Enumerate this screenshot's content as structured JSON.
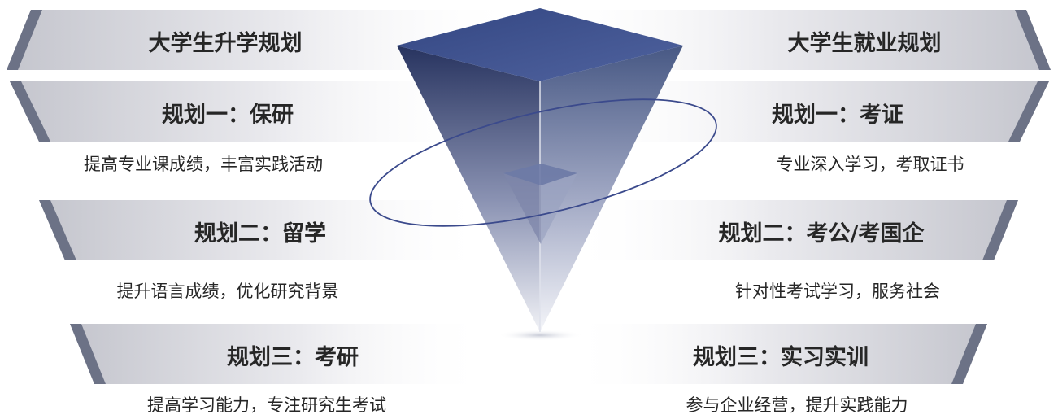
{
  "colors": {
    "banner_light": "#f5f5f7",
    "banner_mid": "#d2d2d8",
    "banner_edge": "#6c7286",
    "pyramid_top": "#3a4f8f",
    "pyramid_tip": "#eceef4",
    "ring": "#3b4a8c",
    "text": "#262626"
  },
  "left": {
    "title": "大学生升学规划",
    "plans": [
      {
        "label": "规划一：保研",
        "desc": "提高专业课成绩，丰富实践活动"
      },
      {
        "label": "规划二：留学",
        "desc": "提升语言成绩，优化研究背景"
      },
      {
        "label": "规划三：考研",
        "desc": "提高学习能力，专注研究生考试"
      }
    ]
  },
  "right": {
    "title": "大学生就业规划",
    "plans": [
      {
        "label": "规划一：考证",
        "desc": "专业深入学习，考取证书"
      },
      {
        "label": "规划二：考公/考国企",
        "desc": "针对性考试学习，服务社会"
      },
      {
        "label": "规划三：实习实训",
        "desc": "参与企业经营，提升实践能力"
      }
    ]
  },
  "icons": [
    "inverted-pyramid-icon",
    "orbit-ring-icon"
  ]
}
